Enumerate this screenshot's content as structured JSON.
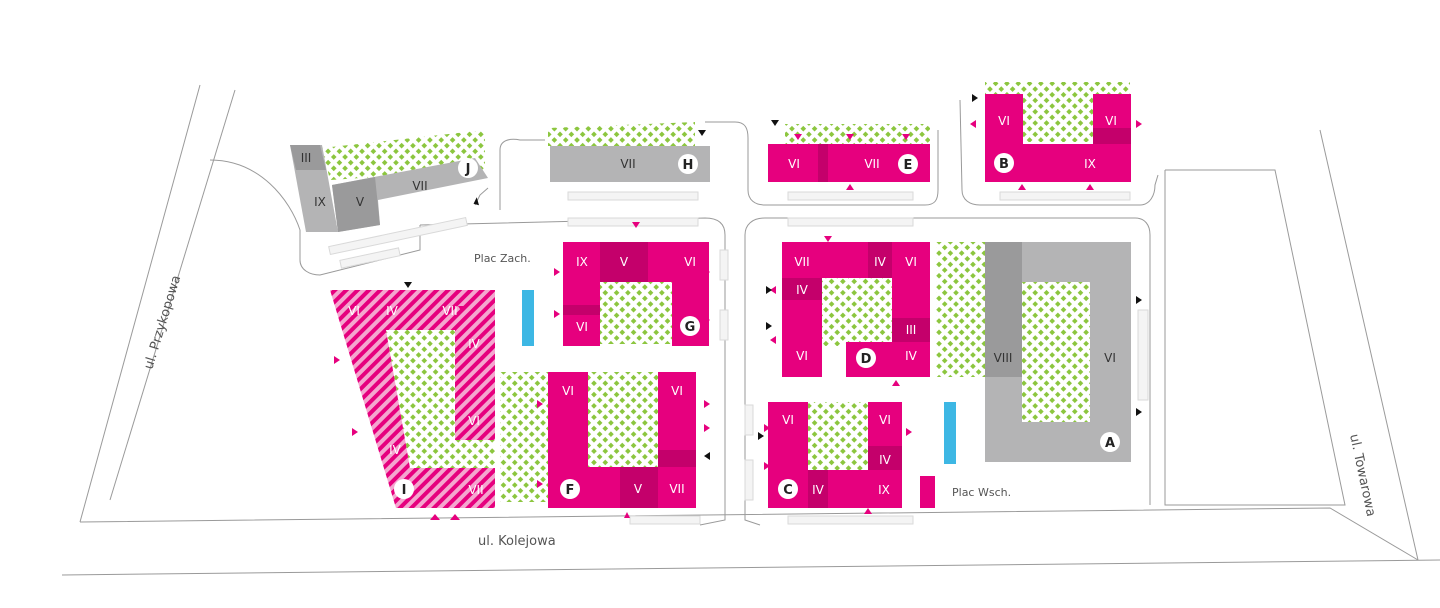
{
  "streets": {
    "przykopowa": "ul. Przykopowa",
    "kolejowa": "ul. Kolejowa",
    "towarowa": "ul. Towarowa"
  },
  "plazas": {
    "west": "Plac Zach.",
    "east": "Plac Wsch."
  },
  "colors": {
    "available": "#e6007e",
    "available_dark": "#c4006b",
    "unavailable": "#b4b4b5",
    "green": "#8cc63f",
    "water": "#3db7e4"
  },
  "buildings": {
    "A": {
      "letter": "A",
      "floors": [
        "VIII",
        "VI"
      ]
    },
    "B": {
      "letter": "B",
      "floors": [
        "VI",
        "VI",
        "IX"
      ]
    },
    "C": {
      "letter": "C",
      "floors": [
        "VI",
        "VI",
        "IV",
        "IV",
        "IX"
      ]
    },
    "D": {
      "letter": "D",
      "floors": [
        "VII",
        "IV",
        "VI",
        "IV",
        "VI",
        "III",
        "IV"
      ]
    },
    "E": {
      "letter": "E",
      "floors": [
        "VI",
        "VII"
      ]
    },
    "F": {
      "letter": "F",
      "floors": [
        "VI",
        "VI",
        "V",
        "VII"
      ]
    },
    "G": {
      "letter": "G",
      "floors": [
        "IX",
        "V",
        "VI",
        "VI"
      ]
    },
    "H": {
      "letter": "H",
      "floors": [
        "VII"
      ]
    },
    "I": {
      "letter": "I",
      "floors": [
        "VI",
        "IV",
        "VII",
        "IV",
        "VI",
        "IV",
        "VII"
      ]
    },
    "J": {
      "letter": "J",
      "floors": [
        "III",
        "IX",
        "V",
        "VII"
      ]
    }
  }
}
